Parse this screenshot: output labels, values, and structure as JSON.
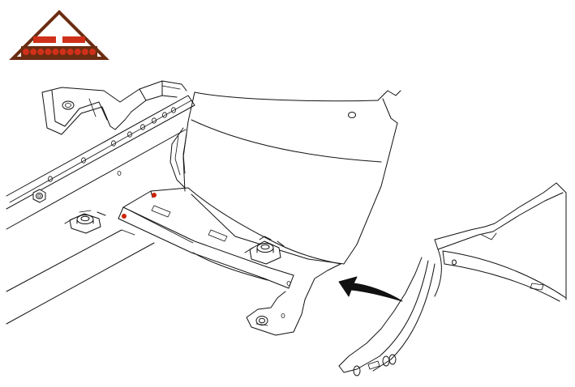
{
  "diagram": {
    "kind": "exploded-assembly-line-drawing",
    "title": "",
    "labels": []
  },
  "colors": {
    "line": "#111111",
    "background": "#ffffff",
    "marker_red": "#cc2200",
    "logo_frame": "#6b2d12",
    "logo_fill": "#ffffff",
    "logo_bar": "#d0301a",
    "logo_dots": "#d0301a"
  },
  "icons": {
    "logo": "warning-triangle-logo",
    "arrow": "curved-arrow-icon",
    "fastener": "clip-nut-icon"
  },
  "markers": {
    "count": 2
  },
  "logo": {
    "dot_count": 10
  }
}
